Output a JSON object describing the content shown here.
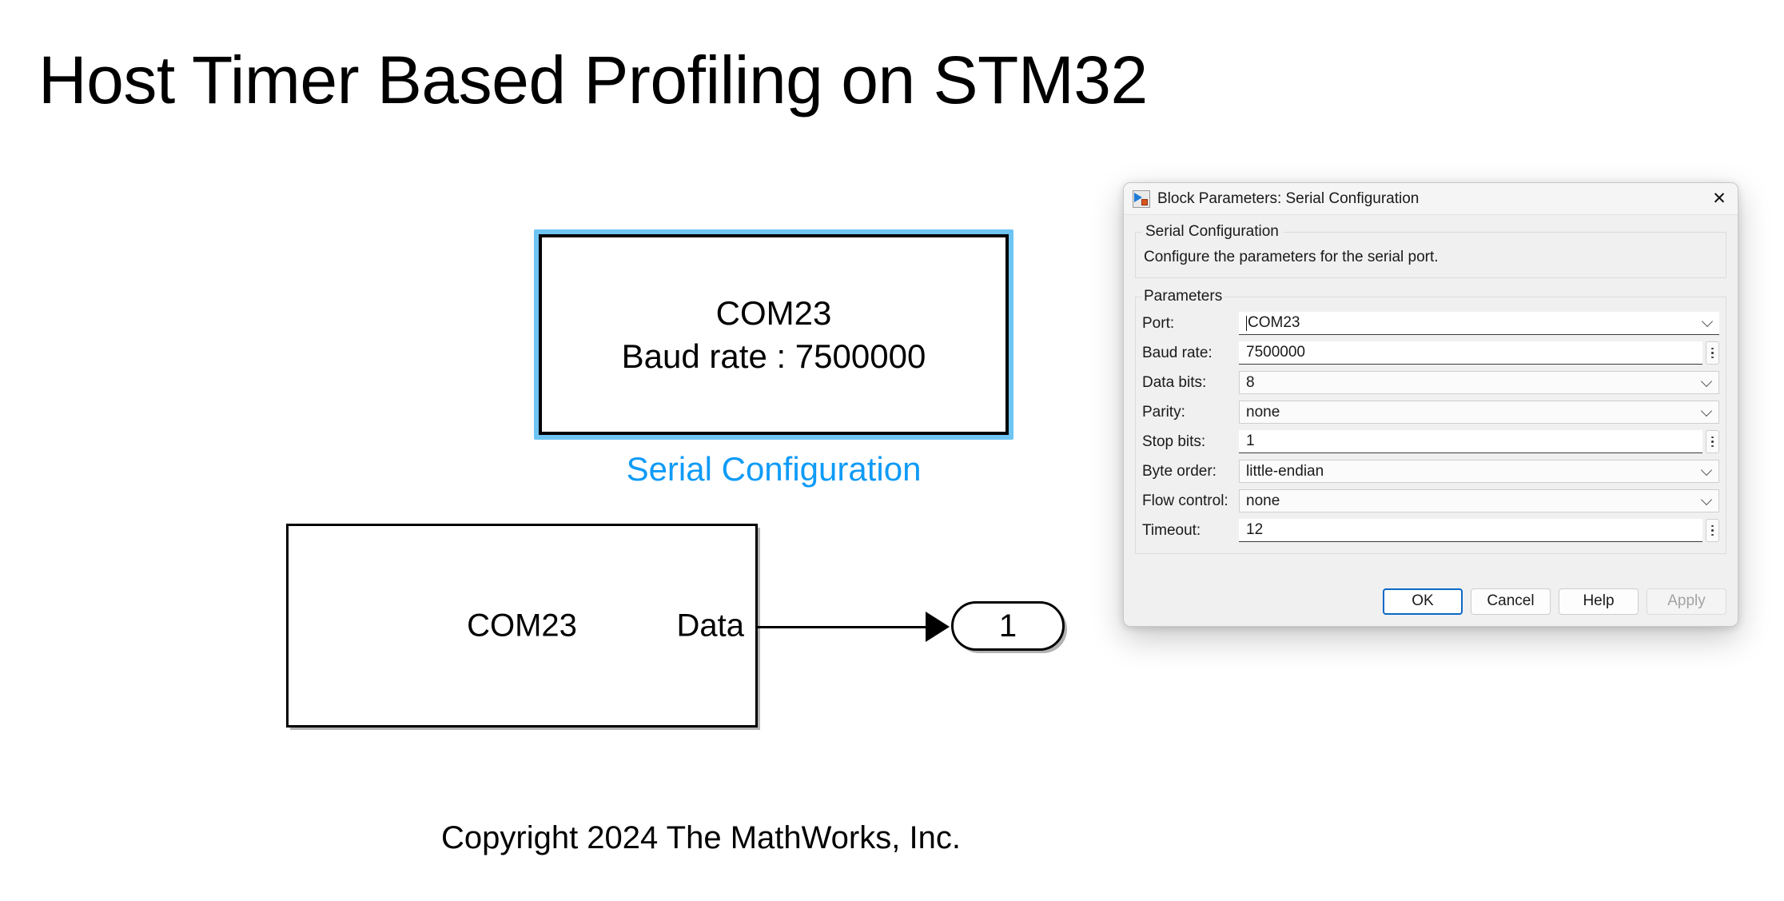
{
  "model": {
    "title": "Host Timer Based Profiling on STM32",
    "copyright": "Copyright 2024 The MathWorks, Inc.",
    "serial_config_block": {
      "line1": "COM23",
      "line2": "Baud rate : 7500000",
      "label": "Serial Configuration",
      "label_color": "#0f9bf7",
      "selection_color": "#6ec4f2",
      "selected": true
    },
    "serial_receive_block": {
      "name": "COM23",
      "port_label": "Data"
    },
    "outport_block": {
      "number": "1"
    }
  },
  "dialog": {
    "icon": "simulink-block-icon",
    "title": "Block Parameters: Serial Configuration",
    "close_label": "✕",
    "group": {
      "legend": "Serial Configuration",
      "description": "Configure the parameters for the serial port."
    },
    "parameters": {
      "legend": "Parameters",
      "rows": [
        {
          "label": "Port:",
          "value": "COM23",
          "control": "combo-editable"
        },
        {
          "label": "Baud rate:",
          "value": "7500000",
          "control": "edit-spinner"
        },
        {
          "label": "Data bits:",
          "value": "8",
          "control": "combo"
        },
        {
          "label": "Parity:",
          "value": "none",
          "control": "combo"
        },
        {
          "label": "Stop bits:",
          "value": "1",
          "control": "edit-spinner"
        },
        {
          "label": "Byte order:",
          "value": "little-endian",
          "control": "combo"
        },
        {
          "label": "Flow control:",
          "value": "none",
          "control": "combo"
        },
        {
          "label": "Timeout:",
          "value": "12",
          "control": "edit-spinner"
        }
      ]
    },
    "buttons": [
      {
        "label": "OK",
        "state": "default"
      },
      {
        "label": "Cancel",
        "state": "normal"
      },
      {
        "label": "Help",
        "state": "normal"
      },
      {
        "label": "Apply",
        "state": "disabled"
      }
    ]
  }
}
